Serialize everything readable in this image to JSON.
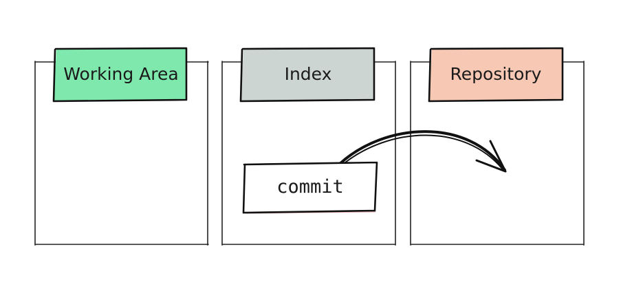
{
  "diagram": {
    "areas": [
      {
        "label": "Working Area",
        "color": "#7fe8ad"
      },
      {
        "label": "Index",
        "color": "#cdd5d2"
      },
      {
        "label": "Repository",
        "color": "#f7c9b5"
      }
    ],
    "command": {
      "label": "commit"
    },
    "arrow": {
      "from": "Index",
      "to": "Repository"
    }
  }
}
